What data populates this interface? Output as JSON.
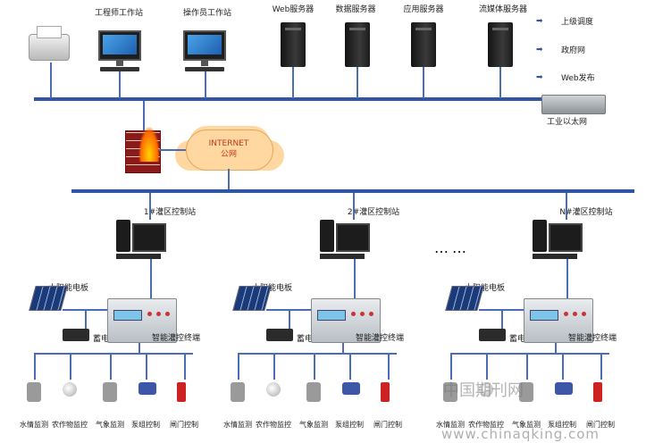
{
  "top": {
    "engineer_ws": "工程师工作站",
    "operator_ws": "操作员工作站",
    "web_server": "Web服务器",
    "data_server": "数据服务器",
    "app_server": "应用服务器",
    "media_server": "流媒体服务器",
    "arrows": [
      "上级调度",
      "政府网",
      "Web发布"
    ],
    "ethernet": "工业以太网"
  },
  "internet": {
    "title": "INTERNET",
    "subtitle": "公网"
  },
  "stations": [
    {
      "name": "1#灌区控制站"
    },
    {
      "name": "2#灌区控制站"
    },
    {
      "name": "N#灌区控制站"
    }
  ],
  "ellipsis": "……",
  "field": {
    "solar": "太阳能电板",
    "battery": "蓄电池",
    "controller": "智能灌控终端",
    "sensors": [
      "水情监测",
      "农作物监控",
      "气象监测",
      "泵组控制",
      "闸门控制"
    ]
  },
  "watermark": {
    "cn": "中国期刊网",
    "url": "www.chinaqking.com"
  },
  "colors": {
    "bus": "#2f55a4",
    "arrow": "#2f55a4"
  }
}
